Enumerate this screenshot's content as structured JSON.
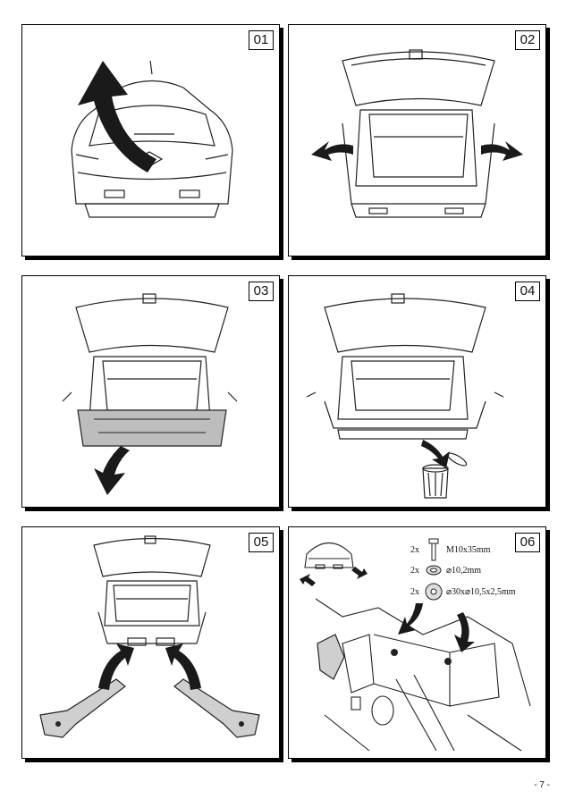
{
  "page_number": "- 7 -",
  "steps": [
    {
      "number": "01",
      "illustration": "car-rear-closed-tailgate"
    },
    {
      "number": "02",
      "illustration": "tailgate-open-side-panels"
    },
    {
      "number": "03",
      "illustration": "bumper-removal"
    },
    {
      "number": "04",
      "illustration": "bumper-beam-discard"
    },
    {
      "number": "05",
      "illustration": "towbar-brackets-insert"
    },
    {
      "number": "06",
      "illustration": "bracket-bolting"
    }
  ],
  "hardware": [
    {
      "qty": "2x",
      "spec": "M10x35mm",
      "icon": "bolt-icon"
    },
    {
      "qty": "2x",
      "spec": "⌀10,2mm",
      "icon": "lock-washer-icon"
    },
    {
      "qty": "2x",
      "spec": "⌀30x⌀10,5x2,5mm",
      "icon": "flat-washer-icon"
    }
  ]
}
